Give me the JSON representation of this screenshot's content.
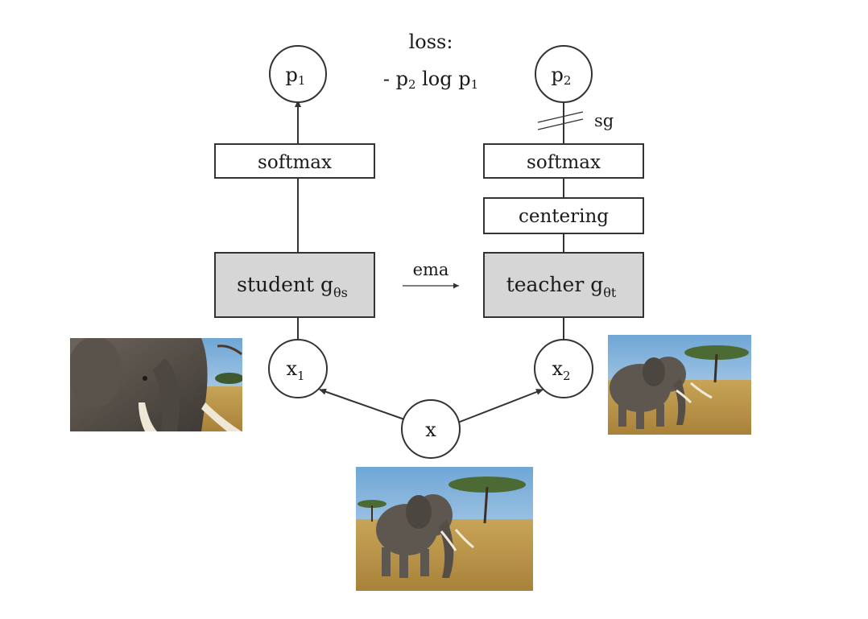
{
  "loss": {
    "label": "loss:",
    "formula_prefix": "- p",
    "formula_sub1": "2",
    "formula_mid": " log p",
    "formula_sub2": "1"
  },
  "student": {
    "output": {
      "base": "p",
      "sub": "1"
    },
    "softmax_label": "softmax",
    "net_label": "student g",
    "net_sub": "θs",
    "input": {
      "base": "x",
      "sub": "1"
    }
  },
  "teacher": {
    "output": {
      "base": "p",
      "sub": "2"
    },
    "stop_grad_label": "sg",
    "softmax_label": "softmax",
    "centering_label": "centering",
    "net_label": "teacher g",
    "net_sub": "θt",
    "input": {
      "base": "x",
      "sub": "2"
    }
  },
  "ema_label": "ema",
  "source_node_label": "x",
  "photos": {
    "crop_local": "elephant close-up crop (local view)",
    "crop_global": "elephant crop (global view)",
    "original": "elephant in savanna (original image)"
  },
  "colors": {
    "net_fill": "#d6d6d6",
    "stroke": "#333333",
    "sky": "#7fb2dc",
    "grass": "#c9a24e"
  }
}
